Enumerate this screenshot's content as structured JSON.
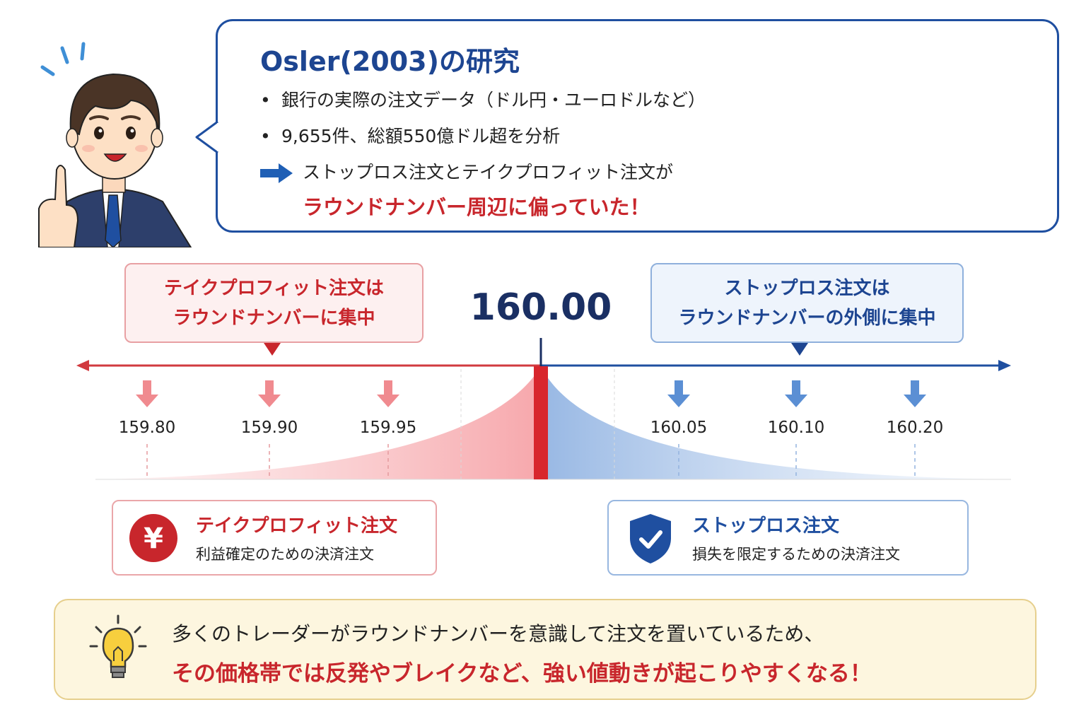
{
  "bubble": {
    "title": "Osler(2003)の研究",
    "bullets": [
      "銀行の実際の注文データ（ドル円・ユーロドルなど）",
      "9,655件、総額550億ドル超を分析"
    ],
    "conclusion": "ストップロス注文とテイクプロフィット注文が",
    "conclusion_highlight": "ラウンドナンバー周辺に偏っていた！"
  },
  "callouts": {
    "take_profit": {
      "line1": "テイクプロフィット注文は",
      "line2": "ラウンドナンバーに集中"
    },
    "stop_loss": {
      "line1": "ストップロス注文は",
      "line2": "ラウンドナンバーの外側に集中"
    }
  },
  "center_price": "160.00",
  "ticks": {
    "left": [
      "159.80",
      "159.90",
      "159.95"
    ],
    "right": [
      "160.05",
      "160.10",
      "160.20"
    ]
  },
  "legend": {
    "take_profit": {
      "icon": "yen-icon",
      "glyph": "¥",
      "title": "テイクプロフィット注文",
      "desc": "利益確定のための決済注文"
    },
    "stop_loss": {
      "icon": "shield-check-icon",
      "title": "ストップロス注文",
      "desc": "損失を限定するための決済注文"
    }
  },
  "note": {
    "line1": "多くのトレーダーがラウンドナンバーを意識して注文を置いているため、",
    "line2": "その価格帯では反発やブレイクなど、強い値動きが起こりやすくなる！"
  },
  "colors": {
    "red": "#c8262c",
    "blue": "#1d4591",
    "light_red": "#f4a0a4",
    "light_blue": "#9cbce6"
  }
}
